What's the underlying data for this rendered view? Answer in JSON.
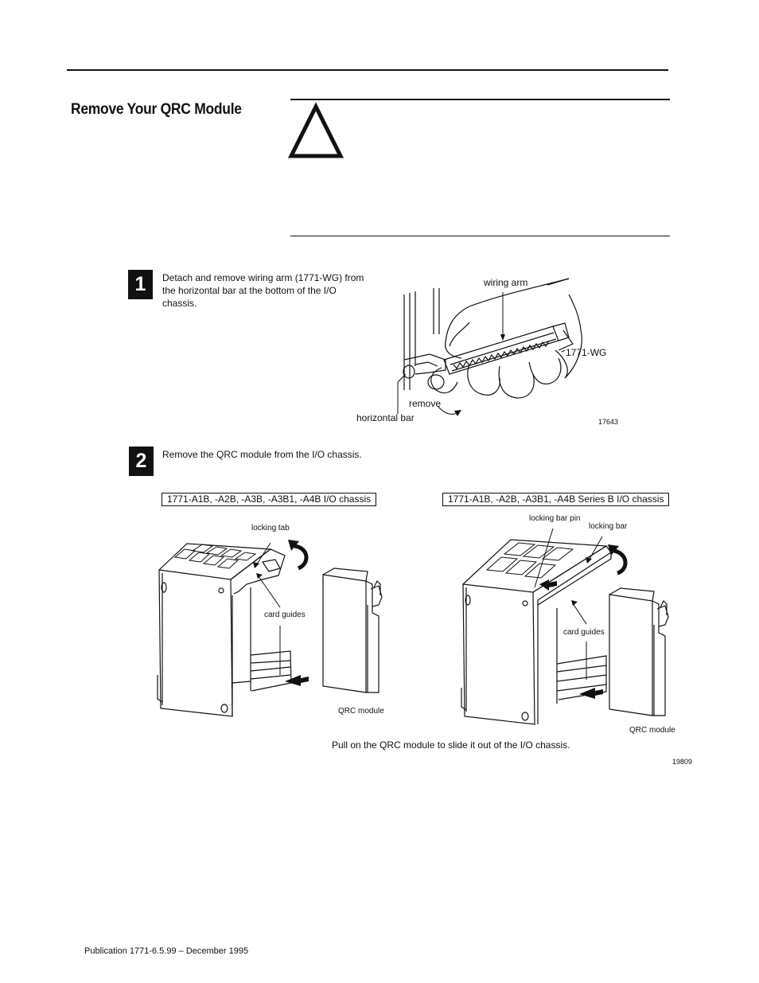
{
  "section": {
    "title": "Remove Your QRC Module"
  },
  "warning": {
    "icon": "attention-triangle-icon"
  },
  "step1": {
    "number": "1",
    "text": "Detach and remove wiring arm (1771-WG) from the horizontal bar at the bottom of the I/O chassis.",
    "figure": {
      "wiring_arm": "wiring arm",
      "part_number": "1771-WG",
      "remove": "remove",
      "horizontal_bar": "horizontal bar",
      "figure_id": "17643"
    }
  },
  "step2": {
    "number": "2",
    "text": "Remove the QRC module from the I/O chassis.",
    "left_chassis": {
      "title": "1771-A1B, -A2B, -A3B, -A3B1, -A4B I/O chassis",
      "locking_tab": "locking tab",
      "card_guides": "card guides",
      "qrc_module": "QRC module"
    },
    "right_chassis": {
      "title": "1771-A1B, -A2B, -A3B1, -A4B Series B I/O chassis",
      "locking_bar_pin": "locking bar pin",
      "locking_bar": "locking bar",
      "card_guides": "card guides",
      "qrc_module": "QRC module"
    },
    "caption": "Pull on the QRC module to slide it out of the I/O chassis.",
    "figure_id": "19809"
  },
  "footer": {
    "publication": "Publication 1771-6.5.99 – December 1995"
  }
}
